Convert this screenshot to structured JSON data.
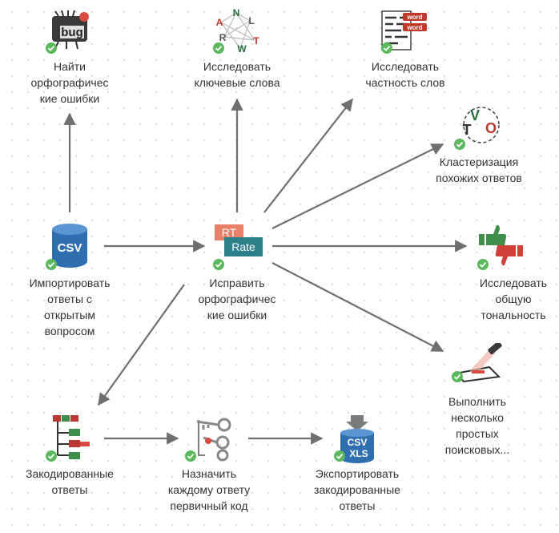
{
  "nodes": {
    "find_typos": {
      "label": "Найти\nорфографичес\nкие ошибки",
      "icon": "bug-icon",
      "icon_text": "bug"
    },
    "explore_keywords": {
      "label": "Исследовать\nключевые слова",
      "icon": "keyword-network-icon",
      "letters": [
        "N",
        "A",
        "L",
        "T",
        "R",
        "W"
      ]
    },
    "explore_word_frequency": {
      "label": "Исследовать\nчастность слов",
      "icon": "word-frequency-icon",
      "tags": [
        "word",
        "word"
      ]
    },
    "cluster_similar": {
      "label": "Кластеризация\nпохожих ответов",
      "icon": "cluster-icon",
      "letters": [
        "V",
        "T",
        "O"
      ]
    },
    "import_csv": {
      "label": "Импортировать\nответы с\nоткрытым\nвопросом",
      "icon": "csv-database-icon",
      "icon_text": "CSV"
    },
    "fix_typos": {
      "label": "Исправить\nорфографичес\nкие ошибки",
      "icon": "rt-rate-icon",
      "badge_top": "RT",
      "badge_bottom": "Rate"
    },
    "explore_sentiment": {
      "label": "Исследовать\nобщую\nтональность",
      "icon": "thumbs-up-down-icon"
    },
    "simple_searches": {
      "label": "Выполнить\nнесколько\nпростых\nпоисковых...",
      "icon": "scanner-icon"
    },
    "coded_answers": {
      "label": "Закодированные\nответы",
      "icon": "coded-tree-icon"
    },
    "assign_primary_code": {
      "label": "Назначить\nкаждому ответу\nпервичный код",
      "icon": "keys-icon"
    },
    "export_coded": {
      "label": "Экспортировать\nзакодированные\nответы",
      "icon": "csv-xls-export-icon",
      "icon_text_top": "CSV",
      "icon_text_bottom": "XLS"
    }
  },
  "edges": [
    {
      "from": "import_csv",
      "to": "find_typos"
    },
    {
      "from": "import_csv",
      "to": "fix_typos"
    },
    {
      "from": "fix_typos",
      "to": "explore_keywords"
    },
    {
      "from": "fix_typos",
      "to": "explore_word_frequency"
    },
    {
      "from": "fix_typos",
      "to": "cluster_similar"
    },
    {
      "from": "fix_typos",
      "to": "explore_sentiment"
    },
    {
      "from": "fix_typos",
      "to": "simple_searches"
    },
    {
      "from": "fix_typos",
      "to": "coded_answers"
    },
    {
      "from": "coded_answers",
      "to": "assign_primary_code"
    },
    {
      "from": "assign_primary_code",
      "to": "export_coded"
    }
  ],
  "colors": {
    "arrow": "#6f6f6f",
    "check": "#5cb85c",
    "label": "#333333",
    "csv_blue": "#2f6fb0",
    "badge_salmon": "#e9806a",
    "badge_teal": "#2d7f8a",
    "thumb_green": "#3f8f4a",
    "thumb_red": "#d0413a"
  }
}
